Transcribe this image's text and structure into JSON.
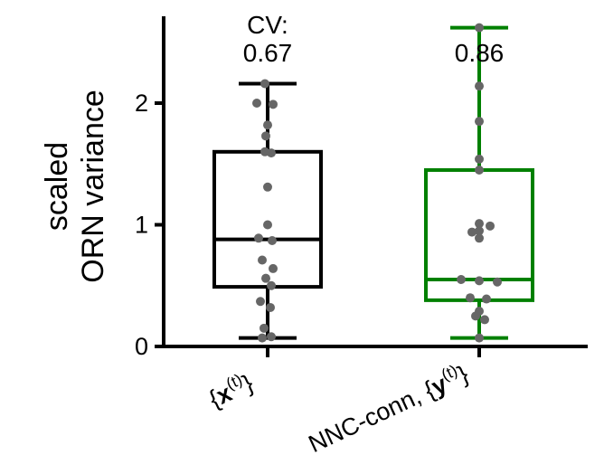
{
  "chart_data": {
    "type": "box",
    "ylabel_line1": "scaled",
    "ylabel_line2": "ORN variance",
    "ylim": [
      0,
      2.7
    ],
    "yticks": [
      0,
      1,
      2
    ],
    "cv_title": "CV:",
    "categories": [
      {
        "label_prefix": "{",
        "label_var": "x",
        "label_sup": "(t)",
        "label_suffix": "}"
      },
      {
        "label_prefix": "NNC-conn, {",
        "label_var": "y",
        "label_sup": "(t)",
        "label_suffix": "}"
      }
    ],
    "series": [
      {
        "color": "#000000",
        "cv": "0.67",
        "box": {
          "whislo": 0.07,
          "q1": 0.49,
          "med": 0.88,
          "q3": 1.6,
          "whishi": 2.16
        },
        "points": [
          2.16,
          2.0,
          1.99,
          1.82,
          1.73,
          1.6,
          1.59,
          1.31,
          1.0,
          0.89,
          0.87,
          0.71,
          0.64,
          0.56,
          0.5,
          0.37,
          0.32,
          0.15,
          0.08,
          0.07
        ]
      },
      {
        "color": "#008000",
        "cv": "0.86",
        "box": {
          "whislo": 0.07,
          "q1": 0.38,
          "med": 0.55,
          "q3": 1.45,
          "whishi": 2.62
        },
        "points": [
          2.62,
          2.14,
          1.85,
          1.54,
          1.45,
          1.01,
          0.99,
          0.95,
          0.94,
          0.89,
          0.55,
          0.54,
          0.53,
          0.4,
          0.39,
          0.29,
          0.25,
          0.22,
          0.07
        ]
      }
    ],
    "point_color": "#666666"
  }
}
